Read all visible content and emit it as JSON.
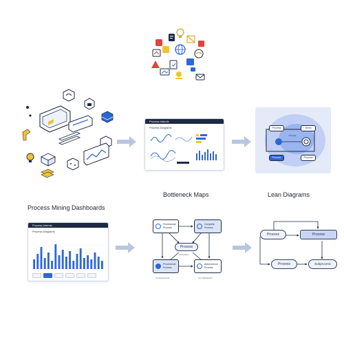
{
  "captions": {
    "dashboards": "Process Mining Dashboards",
    "bottleneck": "Bottleneck Maps",
    "lean": "Lean Diagrams"
  },
  "panels": {
    "dashboard_small": {
      "header": "Process Intends",
      "subtitle": "Process Diagrams"
    },
    "dashboard_large": {
      "header": "Process Intends",
      "subtitle": "Process Diagrams",
      "bars": [
        0.35,
        0.55,
        0.8,
        0.4,
        0.6,
        0.3,
        0.9,
        0.5,
        0.7,
        0.45,
        0.65,
        0.3,
        0.55,
        0.75,
        0.4,
        0.5,
        0.35,
        0.6,
        0.45,
        0.3
      ]
    },
    "lean_top": {
      "box1": "Process",
      "box2": "Sereu",
      "box3": "Process",
      "box4": "Process",
      "center": "Process"
    }
  },
  "bottleneck": {
    "tl": "Procesional Process",
    "tr": "Complete Process",
    "center": "Process",
    "bl": "Procesional Process",
    "br": "Autonomous Process",
    "caption_left": "Competesional",
    "caption_right": "Lorsi Bedpanes",
    "mid_label": "Lanscation"
  },
  "lean": {
    "process_left": "Process",
    "process_right": "Process",
    "process_bottom": "Process",
    "subprocess": "Subprocess"
  },
  "colors": {
    "accent": "#2d67d6",
    "navy": "#1d2a44",
    "arrow": "#b9c6dd",
    "node_fill": "#e8edf7"
  }
}
